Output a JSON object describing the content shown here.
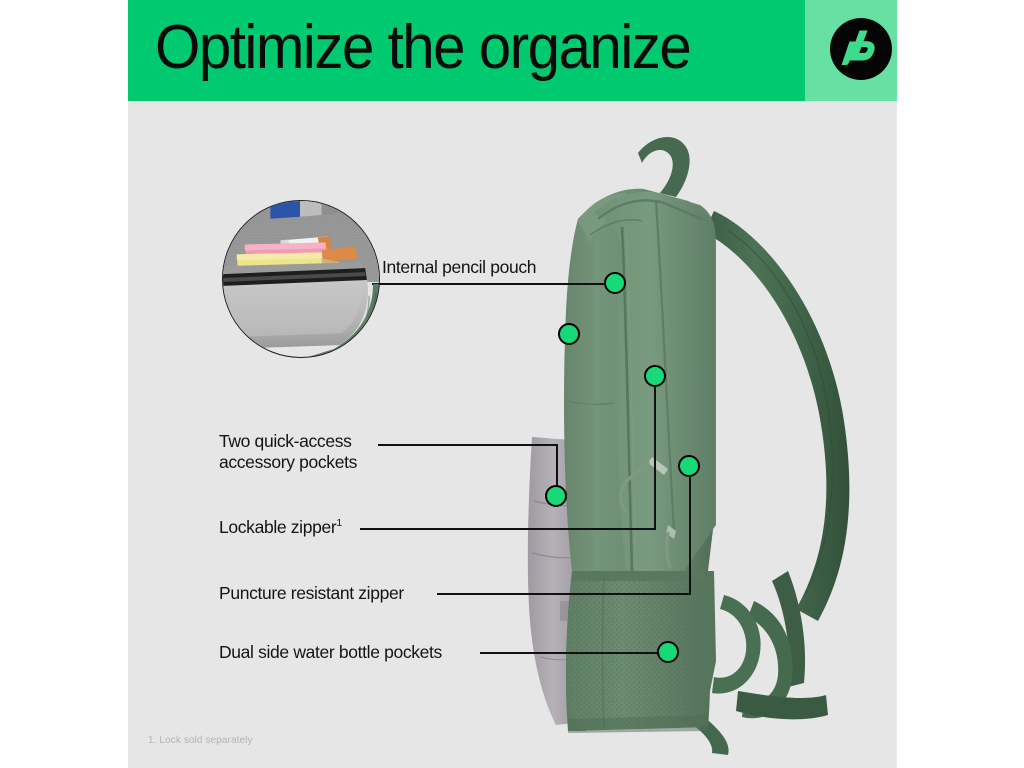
{
  "header": {
    "title": "Optimize the organize",
    "logo_alt": "hp",
    "banner_color": "#00c96f",
    "logo_panel_color": "#67e0a4",
    "title_color": "#0a0a0a"
  },
  "page": {
    "background_color": "#e6e6e6",
    "margin_color": "#ffffff",
    "footnote": "1. Lock sold separately",
    "footnote_color": "#b4b4b4"
  },
  "product": {
    "name": "backpack",
    "body_color": "#6b8a70",
    "body_color_dark": "#55715b",
    "side_panel_color": "#a9a5ab",
    "mesh_color": "#63815f",
    "strap_color": "#41644a"
  },
  "callouts": {
    "accent_color": "#18d978",
    "line_color": "#111111",
    "items": [
      {
        "id": "internal-pencil-pouch",
        "label": "Internal pencil pouch"
      },
      {
        "id": "two-quick-access",
        "label": "Two quick-access",
        "label2": "accessory pockets"
      },
      {
        "id": "lockable-zipper",
        "label": "Lockable zipper",
        "footnote_marker": "1"
      },
      {
        "id": "puncture-resistant-zipper",
        "label": "Puncture resistant zipper"
      },
      {
        "id": "dual-side-water-bottle-pockets",
        "label": "Dual side water bottle pockets"
      }
    ]
  },
  "inset": {
    "id": "pencil-pouch-closeup",
    "caption_ref": "Internal pencil pouch",
    "contents": [
      "pink marker",
      "yellow pencil",
      "white marker",
      "orange pencil",
      "blue notebook"
    ]
  }
}
